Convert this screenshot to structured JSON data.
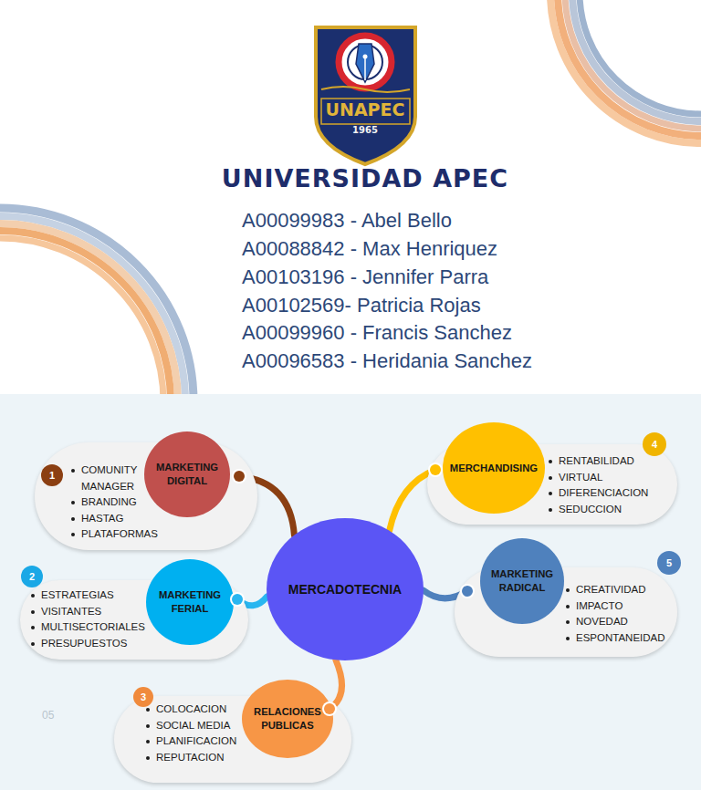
{
  "diagram": {
    "title": "UNIVERSIDAD APEC",
    "nodes": [
      {
        "text": [
          "COMUNITY MANAGER",
          "BRANDING",
          "HASTAG",
          "PLATAFORMAS"
        ]
      },
      {
        "text": [
          "MARKETING DIGITAL"
        ],
        "in": 0
      },
      {
        "text": [
          "1"
        ]
      },
      {
        "text": [
          "RENTABILIDAD",
          "VIRTUAL",
          "DIFERENCIACION",
          "SEDUCCION"
        ]
      },
      {
        "text": [
          "MERCHANDISING"
        ],
        "in": 3
      },
      {
        "text": [
          "4"
        ]
      },
      {
        "text": [
          "ESTRATEGIAS",
          "VISITANTES",
          "MULTISECTORIALES",
          "PRESUPUESTOS"
        ]
      },
      {
        "text": [
          "MARKETING FERIAL"
        ],
        "in": 6
      },
      {
        "text": [
          "2"
        ]
      },
      {
        "text": [
          "MERCADOTECNIA"
        ]
      },
      {
        "text": [
          "CREATIVIDAD",
          "IMPACTO",
          "NOVEDAD",
          "ESPONTANEIDAD"
        ]
      },
      {
        "text": [
          "MARKETING RADICAL"
        ],
        "in": 10
      },
      {
        "text": [
          "5"
        ]
      },
      {
        "text": [
          "COLOCACION",
          "SOCIAL MEDIA",
          "PLANIFICACION",
          "REPUTACION"
        ]
      },
      {
        "text": [
          "RELACIONES PUBLICAS"
        ],
        "in": 13
      },
      {
        "text": [
          "3"
        ]
      }
    ],
    "edges": [
      {
        "from": 9,
        "to": 1,
        "arrow": "none"
      },
      {
        "from": 9,
        "to": 4,
        "arrow": "none"
      },
      {
        "from": 9,
        "to": 7,
        "arrow": "none"
      },
      {
        "from": 9,
        "to": 11,
        "arrow": "none"
      },
      {
        "from": 9,
        "to": 14,
        "arrow": "none"
      }
    ],
    "labels": [
      "UNAPEC",
      "1965",
      "A00099983 - Abel Bello",
      "A00088842 - Max Henriquez",
      "A00103196 - Jennifer Parra",
      "A00102569- Patricia Rojas",
      "A00099960 - Francis Sanchez",
      "A00096583 - Heridania Sanchez",
      "05"
    ]
  }
}
